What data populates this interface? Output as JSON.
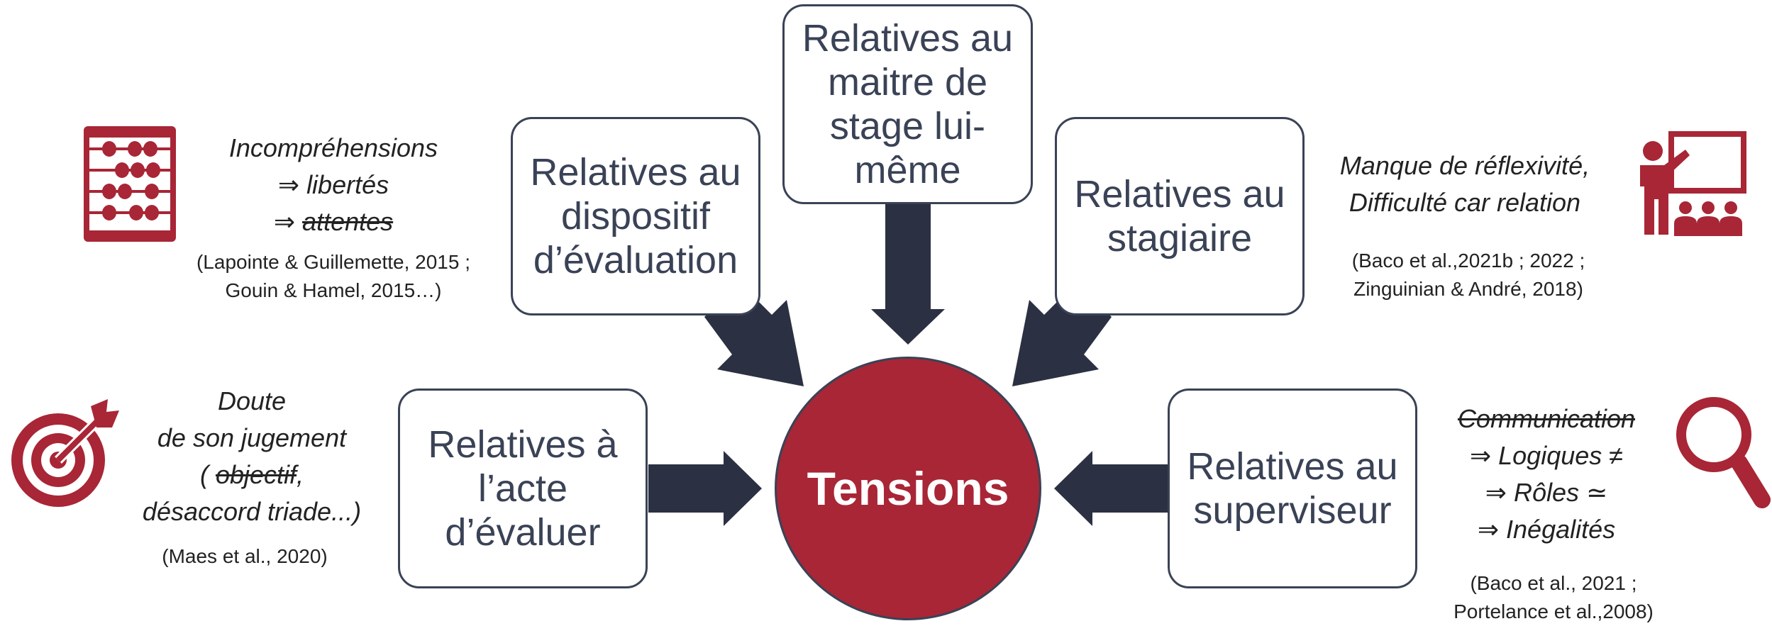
{
  "colors": {
    "accent": "#a82636",
    "arrow": "#2b3042",
    "box_border": "#3a4256"
  },
  "center": {
    "label": "Tensions"
  },
  "boxes": {
    "dispositif": [
      "Relatives au",
      "dispositif",
      "d’évaluation"
    ],
    "maitre": [
      "Relatives au",
      "maitre de",
      "stage lui-",
      "même"
    ],
    "stagiaire": [
      "Relatives au",
      "stagiaire"
    ],
    "acte": [
      "Relatives à",
      "l’acte",
      "d’évaluer"
    ],
    "superviseur": [
      "Relatives au",
      "superviseur"
    ]
  },
  "notes": {
    "top_left": {
      "line1": "Incompréhensions",
      "arrow": "⇒",
      "line2": "libertés",
      "line3": "attentes",
      "ref1": "(Lapointe & Guillemette, 2015 ;",
      "ref2": "Gouin & Hamel, 2015…)"
    },
    "bottom_left": {
      "line1": "Doute",
      "line2": "de son jugement",
      "line3_pre": "( ",
      "line3_strike": "objectif",
      "line3_post": ",",
      "line4": "désaccord triade...)",
      "ref1": "(Maes et al., 2020)"
    },
    "top_right": {
      "line1": "Manque de réflexivité,",
      "line2": "Difficulté car relation",
      "ref1": "(Baco  et al.,2021b ; 2022 ;",
      "ref2": "Zinguinian & André, 2018)"
    },
    "bottom_right": {
      "line1": "Communication",
      "arrow": "⇒",
      "line2": "Logiques ≠",
      "line3": "Rôles ≃",
      "line4": "Inégalités",
      "ref1": "(Baco et al., 2021 ;",
      "ref2": "Portelance et al.,2008)"
    }
  },
  "icons": [
    "abacus-icon",
    "target-icon",
    "teacher-presentation-icon",
    "magnifier-icon"
  ]
}
